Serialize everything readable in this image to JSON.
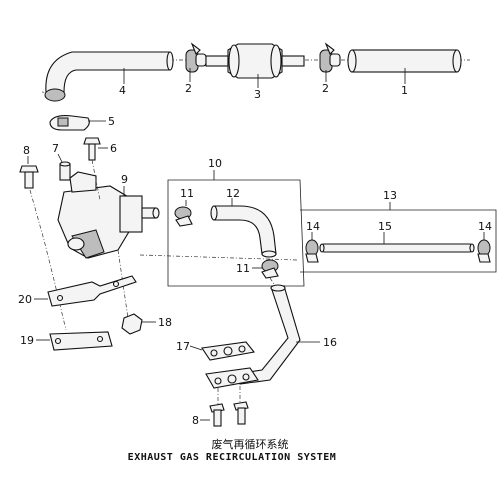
{
  "title": {
    "chinese": "废气再循环系统",
    "english": "EXHAUST GAS RECIRCULATION SYSTEM"
  },
  "callouts": {
    "c1": "1",
    "c2a": "2",
    "c2b": "2",
    "c3": "3",
    "c4": "4",
    "c5": "5",
    "c6": "6",
    "c7": "7",
    "c8a": "8",
    "c8b": "8",
    "c9": "9",
    "c10": "10",
    "c11a": "11",
    "c11b": "11",
    "c12": "12",
    "c13": "13",
    "c14a": "14",
    "c14b": "14",
    "c15": "15",
    "c16": "16",
    "c17": "17",
    "c18": "18",
    "c19": "19",
    "c20": "20"
  }
}
